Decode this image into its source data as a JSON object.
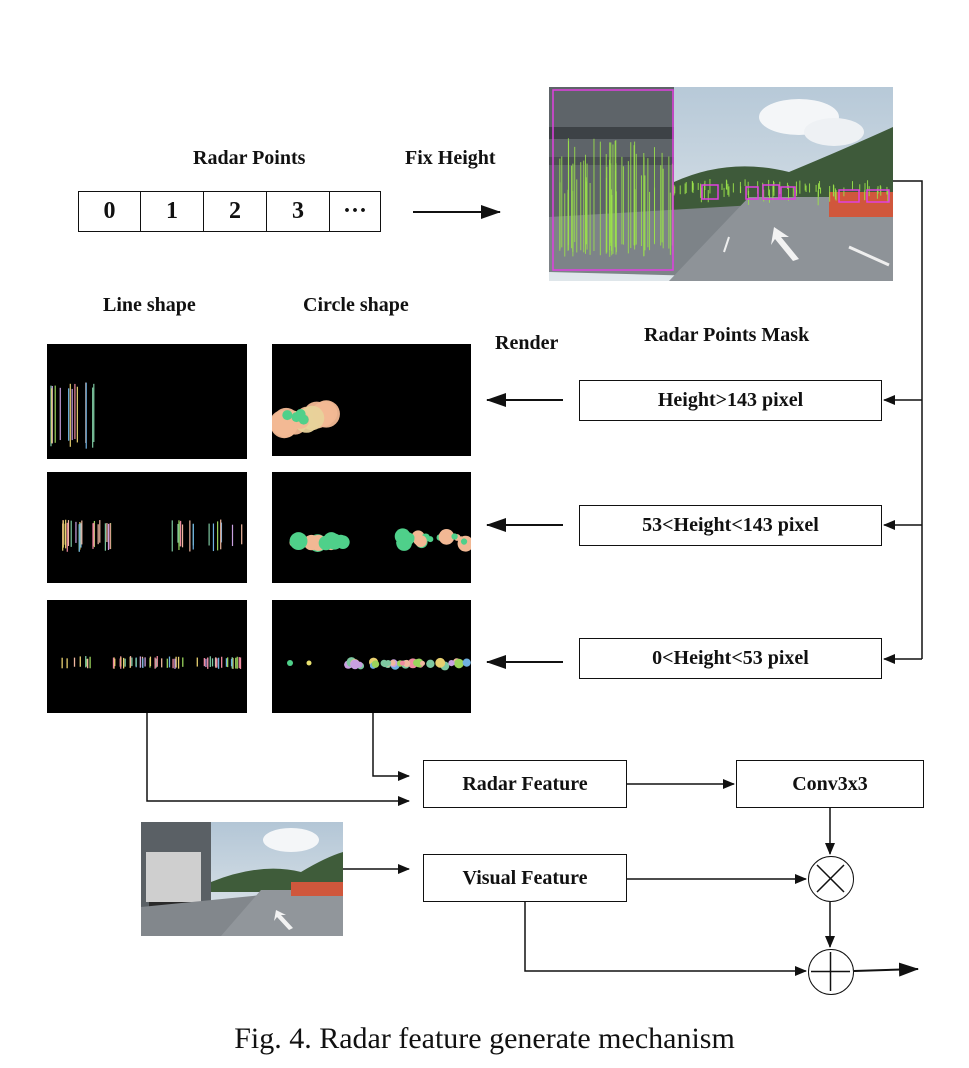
{
  "labels": {
    "radar_points": "Radar Points",
    "fix_height": "Fix Height",
    "line_shape": "Line shape",
    "circle_shape": "Circle shape",
    "render": "Render",
    "radar_points_mask": "Radar Points Mask"
  },
  "radar_cells": [
    "0",
    "1",
    "2",
    "3",
    "···"
  ],
  "masks": {
    "high": "Height>143 pixel",
    "mid": "53<Height<143 pixel",
    "low": "0<Height<53 pixel"
  },
  "blocks": {
    "radar_feature": "Radar Feature",
    "conv": "Conv3x3",
    "visual_feature": "Visual Feature"
  },
  "operators": {
    "multiply": "⊗",
    "add": "⊕"
  },
  "caption": "Fig. 4.   Radar feature generate mechanism",
  "colors": {
    "radar_line": "#9be34a",
    "box_overlay": "#e040e0",
    "circle_peach": "#f2b894",
    "circle_green": "#4fd08a"
  }
}
